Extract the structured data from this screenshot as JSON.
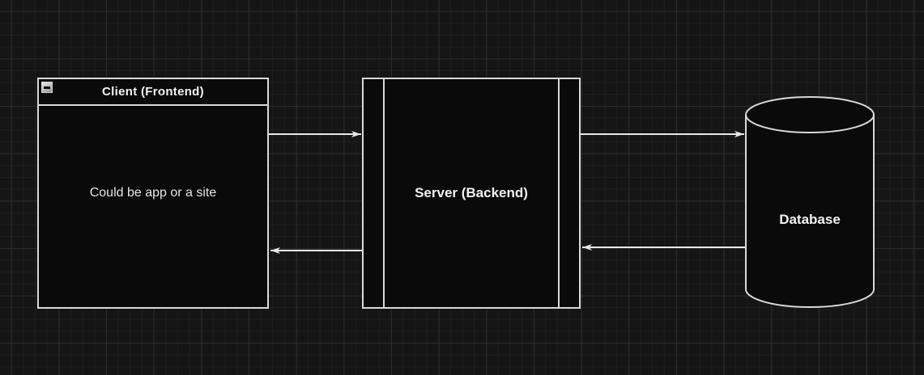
{
  "canvas": {
    "background_color": "#151515",
    "grid_minor_color": "#1e1e1e",
    "grid_major_color": "#2c2c2c"
  },
  "diagram": {
    "stroke_color": "#d9d9d9",
    "arrow_color": "#e8e8e8",
    "text_color": "#f2f2f2",
    "shape_fill_color": "#0a0a0a",
    "nodes": [
      {
        "id": "client",
        "shape": "window",
        "title": "Client (Frontend)",
        "body": "Could be app or a site",
        "titlebar_icon": "minimize-icon"
      },
      {
        "id": "server",
        "shape": "process",
        "label": "Server (Backend)"
      },
      {
        "id": "database",
        "shape": "cylinder",
        "label": "Database"
      }
    ],
    "edges": [
      {
        "from": "client",
        "to": "server",
        "direction": "right"
      },
      {
        "from": "server",
        "to": "client",
        "direction": "left"
      },
      {
        "from": "server",
        "to": "database",
        "direction": "right"
      },
      {
        "from": "database",
        "to": "server",
        "direction": "left"
      }
    ]
  }
}
